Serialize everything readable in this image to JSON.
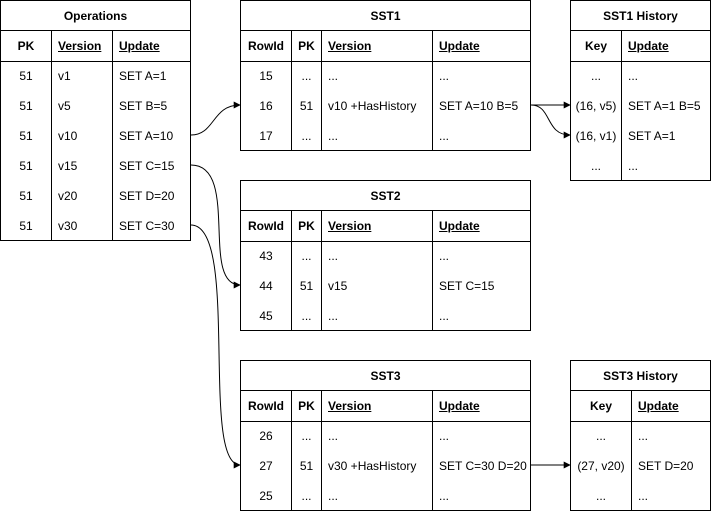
{
  "operations": {
    "title": "Operations",
    "headers": [
      "PK",
      "Version",
      "Update"
    ],
    "rows": [
      [
        "51",
        "v1",
        "SET A=1"
      ],
      [
        "51",
        "v5",
        "SET B=5"
      ],
      [
        "51",
        "v10",
        "SET A=10"
      ],
      [
        "51",
        "v15",
        "SET C=15"
      ],
      [
        "51",
        "v20",
        "SET D=20"
      ],
      [
        "51",
        "v30",
        "SET C=30"
      ]
    ]
  },
  "sst1": {
    "title": "SST1",
    "headers": [
      "RowId",
      "PK",
      "Version",
      "Update"
    ],
    "rows": [
      [
        "15",
        "...",
        "...",
        "..."
      ],
      [
        "16",
        "51",
        "v10 +HasHistory",
        "SET A=10 B=5"
      ],
      [
        "17",
        "...",
        "...",
        "..."
      ]
    ]
  },
  "sst1_history": {
    "title": "SST1 History",
    "headers": [
      "Key",
      "Update"
    ],
    "rows": [
      [
        "...",
        "..."
      ],
      [
        "(16, v5)",
        "SET A=1 B=5"
      ],
      [
        "(16, v1)",
        "SET A=1"
      ],
      [
        "...",
        "..."
      ]
    ]
  },
  "sst2": {
    "title": "SST2",
    "headers": [
      "RowId",
      "PK",
      "Version",
      "Update"
    ],
    "rows": [
      [
        "43",
        "...",
        "...",
        "..."
      ],
      [
        "44",
        "51",
        "v15",
        "SET C=15"
      ],
      [
        "45",
        "...",
        "...",
        "..."
      ]
    ]
  },
  "sst3": {
    "title": "SST3",
    "headers": [
      "RowId",
      "PK",
      "Version",
      "Update"
    ],
    "rows": [
      [
        "26",
        "...",
        "...",
        "..."
      ],
      [
        "27",
        "51",
        "v30 +HasHistory",
        "SET C=30 D=20"
      ],
      [
        "25",
        "...",
        "...",
        "..."
      ]
    ]
  },
  "sst3_history": {
    "title": "SST3 History",
    "headers": [
      "Key",
      "Update"
    ],
    "rows": [
      [
        "...",
        "..."
      ],
      [
        "(27, v20)",
        "SET D=20"
      ],
      [
        "...",
        "..."
      ]
    ]
  }
}
